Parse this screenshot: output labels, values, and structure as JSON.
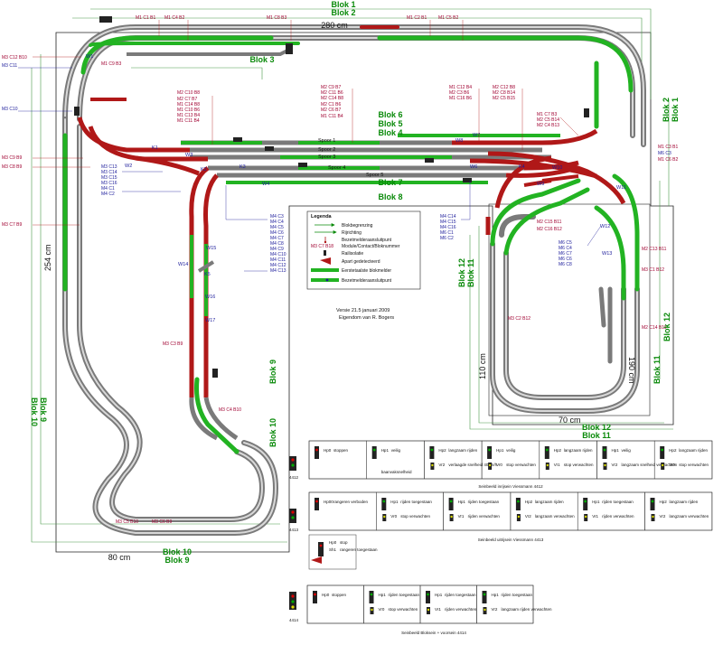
{
  "title": "Versie 21.5 januari 2009",
  "owner": "Eigendom van R. Bogers",
  "dimensions": {
    "top": "280 cm",
    "left": "254 cm",
    "bottom": "80 cm",
    "inner_width": "70 cm",
    "inner_height": "110 cm",
    "inner_right": "190 cm"
  },
  "blocks": {
    "blok1": "Blok 1",
    "blok2": "Blok 2",
    "blok3": "Blok 3",
    "blok4": "Blok 4",
    "blok5": "Blok 5",
    "blok6": "Blok 6",
    "blok7": "Blok 7",
    "blok8": "Blok 8",
    "blok9": "Blok 9",
    "blok10": "Blok 10",
    "blok11": "Blok 11",
    "blok12": "Blok 12"
  },
  "tracks": {
    "spoor1": "Spoor 1",
    "spoor2": "Spoor 2",
    "spoor3": "Spoor 3",
    "spoor4": "Spoor 4",
    "spoor5": "Spoor 5"
  },
  "switches": [
    "W1",
    "W2",
    "W3",
    "W4",
    "W5",
    "W6",
    "W7",
    "W8",
    "W9",
    "W10",
    "W11",
    "W12",
    "W13",
    "W14",
    "W15",
    "W16",
    "W17",
    "K1",
    "K2",
    "K3",
    "K4",
    "K5"
  ],
  "top_labels": {
    "m1c1b1": "M1 C1 B1",
    "m1c4b2": "M1 C4 B2",
    "m1c8b3": "M1 C8 B3",
    "m1c2b1": "M1 C2 B1",
    "m1c5b2": "M1 C5 B2",
    "m3c12b10": "M3 C12 B10",
    "m3c11": "M3 C11",
    "m1c9b3": "M1 C9 B3",
    "m3c10": "M3 C10",
    "m3c9b9": "M3 C9 B9",
    "m3c8b9": "M3 C8 B9",
    "m3c7b9": "M3 C7 B9"
  },
  "left_group": [
    "M2 C10 B8",
    "M2 C7 B7",
    "M1 C14 B8",
    "M1 C10 B6",
    "M1 C13 B4",
    "M1 C11 B4"
  ],
  "mid_group": [
    "M2 C9 B7",
    "M2 C11 B6",
    "M2 C14 B8",
    "M2 C1 B6",
    "M2 C6 B7",
    "M1 C11 B4"
  ],
  "right_group": [
    "M1 C12 B4",
    "M2 C3 B6",
    "M1 C16 B6"
  ],
  "right_group2": [
    "M2 C12 B8",
    "M2 C8 B14",
    "M2 C5 B15"
  ],
  "far_right_group": [
    "M1 C7 B3",
    "M2 C5 B14",
    "M2 C4 B13"
  ],
  "right_edge": [
    "M1 C3 B1",
    "M6 C3",
    "M1 C6 B2"
  ],
  "k_group": [
    "M3 C13",
    "M3 C14",
    "M3 C15",
    "M3 C16",
    "M4 C1",
    "M4 C2"
  ],
  "w4_group": [
    "M4 C3",
    "M4 C4",
    "M4 C5",
    "M4 C6",
    "M4 C7",
    "M4 C8",
    "M4 C9",
    "M4 C10",
    "M4 C11",
    "M4 C12",
    "M4 C13"
  ],
  "w6_group": [
    "M4 C14",
    "M4 C15",
    "M4 C16",
    "M6 C1",
    "M6 C2"
  ],
  "w12_group": [
    "M6 C5",
    "M6 C4",
    "M6 C7",
    "M6 C6",
    "M6 C8"
  ],
  "right_lower": {
    "a": "M2 C15 B11",
    "b": "M2 C16 B12",
    "c": "M2 C13 B11",
    "d": "M3 C1 B12",
    "e": "M3 C2 B12",
    "f": "M2 C14 B11"
  },
  "left_lower": {
    "a": "M3 C3 B9",
    "b": "M3 C4 B10",
    "c": "M3 C5 B10",
    "d": "M3 C6 B9"
  },
  "legend": {
    "title": "Legenda",
    "items": [
      "Blokbegrenzing",
      "Rijrichting",
      "Bezetmelderaansluitpunt",
      "Module/Contact/Bloknummer",
      "Railisolatie",
      "Apart gedetecteerd",
      "Eerstetaalste blokmelder",
      "Bezetmelderaansluitpunt"
    ],
    "sample_code": "M3 C7 B18"
  },
  "sig4412": {
    "number": "4412",
    "caption": "Seinbeeld inrijsein Viessmann 4412",
    "cells": [
      {
        "hp": "Hp0",
        "text": "stoppen"
      },
      {
        "hp": "Hp1",
        "text": "veilig",
        "sub": "baanvaksnelheid"
      },
      {
        "hp": "Hp2",
        "text": "langzaam rijden",
        "vr": "Vr2",
        "vrtext": "verlaagde snelheid 40km/h"
      },
      {
        "hp": "Hp1",
        "text": "veilig",
        "vr": "Vr0",
        "vrtext": "stop verwachten"
      },
      {
        "hp": "Hp2",
        "text": "langzaam rijden",
        "vr": "Vr1",
        "vrtext": "stop verwachten"
      },
      {
        "hp": "Hp1",
        "text": "veilig",
        "vr": "Vr2",
        "vrtext": "langzaam snelheid verwachten"
      },
      {
        "hp": "Hp2",
        "text": "langzaam rijden",
        "vr": "Vr0",
        "vrtext": "stop verwachten"
      }
    ]
  },
  "sig4413": {
    "number": "4413",
    "caption": "Seinbeeld uitrijsein Viessmann 4413",
    "cells": [
      {
        "hp": "Hp00",
        "text": "rangeren verboden"
      },
      {
        "hp": "Hp1",
        "text": "rijden toegestaan",
        "vr": "Vr0",
        "vrtext": "stop verwachten"
      },
      {
        "hp": "Hp1",
        "text": "rijden toegestaan",
        "vr": "Vr1",
        "vrtext": "rijden verwachten"
      },
      {
        "hp": "Hp2",
        "text": "langzaam rijden",
        "vr": "Vr2",
        "vrtext": "langzaam verwachten"
      },
      {
        "hp": "Hp1",
        "text": "rijden toegestaan",
        "vr": "Vr1",
        "vrtext": "rijden verwachten"
      },
      {
        "hp": "Hp2",
        "text": "langzaam rijden",
        "vr": "Vr2",
        "vrtext": "langzaam verwachten"
      }
    ],
    "extra": {
      "hp": "Hp0",
      "text": "stop",
      "sh": "Sh1",
      "shtext": "rangeren toegestaan"
    }
  },
  "sig4414": {
    "number": "4414",
    "caption": "Seinbeeld Bloksein + voorsein 4414",
    "cells": [
      {
        "hp": "Hp0",
        "text": "stoppen"
      },
      {
        "hp": "Hp1",
        "text": "rijden toegestaan",
        "vr": "Vr0",
        "vrtext": "stop verwachten"
      },
      {
        "hp": "Hp1",
        "text": "rijden toegestaan",
        "vr": "Vr1",
        "vrtext": "rijden verwachten"
      },
      {
        "hp": "Hp1",
        "text": "rijden toegestaan",
        "vr": "Vr2",
        "vrtext": "langzaam rijden verwachten"
      }
    ]
  },
  "colors": {
    "track_grey": "#7a7a7a",
    "block_green": "#22b322",
    "block_red": "#b01818",
    "module_red": "#a00030",
    "contact_blue": "#1a1a9a"
  }
}
